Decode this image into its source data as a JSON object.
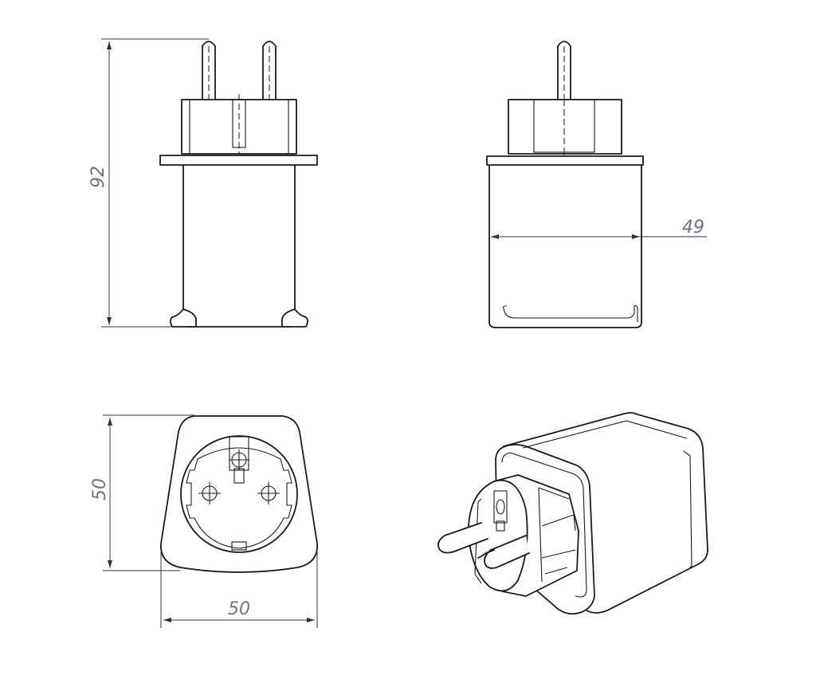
{
  "dimensions": {
    "height": "92",
    "depth": "49",
    "face_height": "50",
    "face_width": "50"
  }
}
